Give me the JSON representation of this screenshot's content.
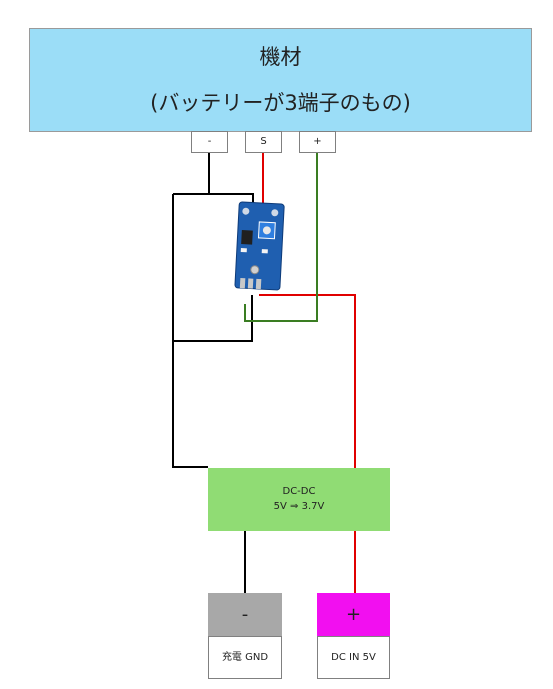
{
  "device": {
    "title": "機材",
    "subtitle": "(バッテリーが3端子のもの)",
    "terminals": {
      "minus": "-",
      "signal": "S",
      "plus": "+"
    }
  },
  "converter": {
    "line1": "DC-DC",
    "line2": "5V ⇒ 3.7V"
  },
  "outputs": {
    "gnd_symbol": "-",
    "gnd_label": "充電 GND",
    "pos_symbol": "+",
    "pos_label": "DC IN 5V"
  },
  "colors": {
    "device_fill": "#9bddf7",
    "converter_fill": "#90dc74",
    "gnd_fill": "#a8a8a8",
    "pos_fill": "#f20ff0",
    "wire_black": "#000000",
    "wire_red": "#e00000",
    "wire_green": "#3a7d22",
    "pcb_blue": "#1f5fb0"
  }
}
